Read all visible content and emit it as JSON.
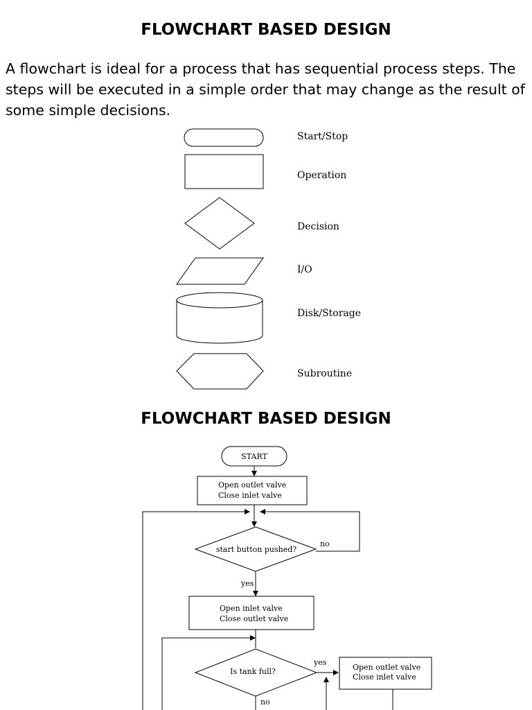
{
  "headings": {
    "top": "FLOWCHART BASED DESIGN",
    "second": "FLOWCHART BASED DESIGN"
  },
  "intro": "A flowchart is ideal for a process that has sequential process steps. The steps will be executed in a simple order that may change as the result of some simple decisions.",
  "legend": {
    "start_stop": "Start/Stop",
    "operation": "Operation",
    "decision": "Decision",
    "io": "I/O",
    "disk_storage": "Disk/Storage",
    "subroutine": "Subroutine"
  },
  "flowchart": {
    "start": "START",
    "step1_line1": "Open outlet valve",
    "step1_line2": "Close inlet valve",
    "decision1": "start button pushed?",
    "decision1_no": "no",
    "decision1_yes": "yes",
    "step2_line1": "Open inlet valve",
    "step2_line2": "Close outlet valve",
    "decision2": "Is tank full?",
    "decision2_yes": "yes",
    "decision2_no": "no",
    "step3_line1": "Open outlet valve",
    "step3_line2": "Close inlet valve"
  }
}
